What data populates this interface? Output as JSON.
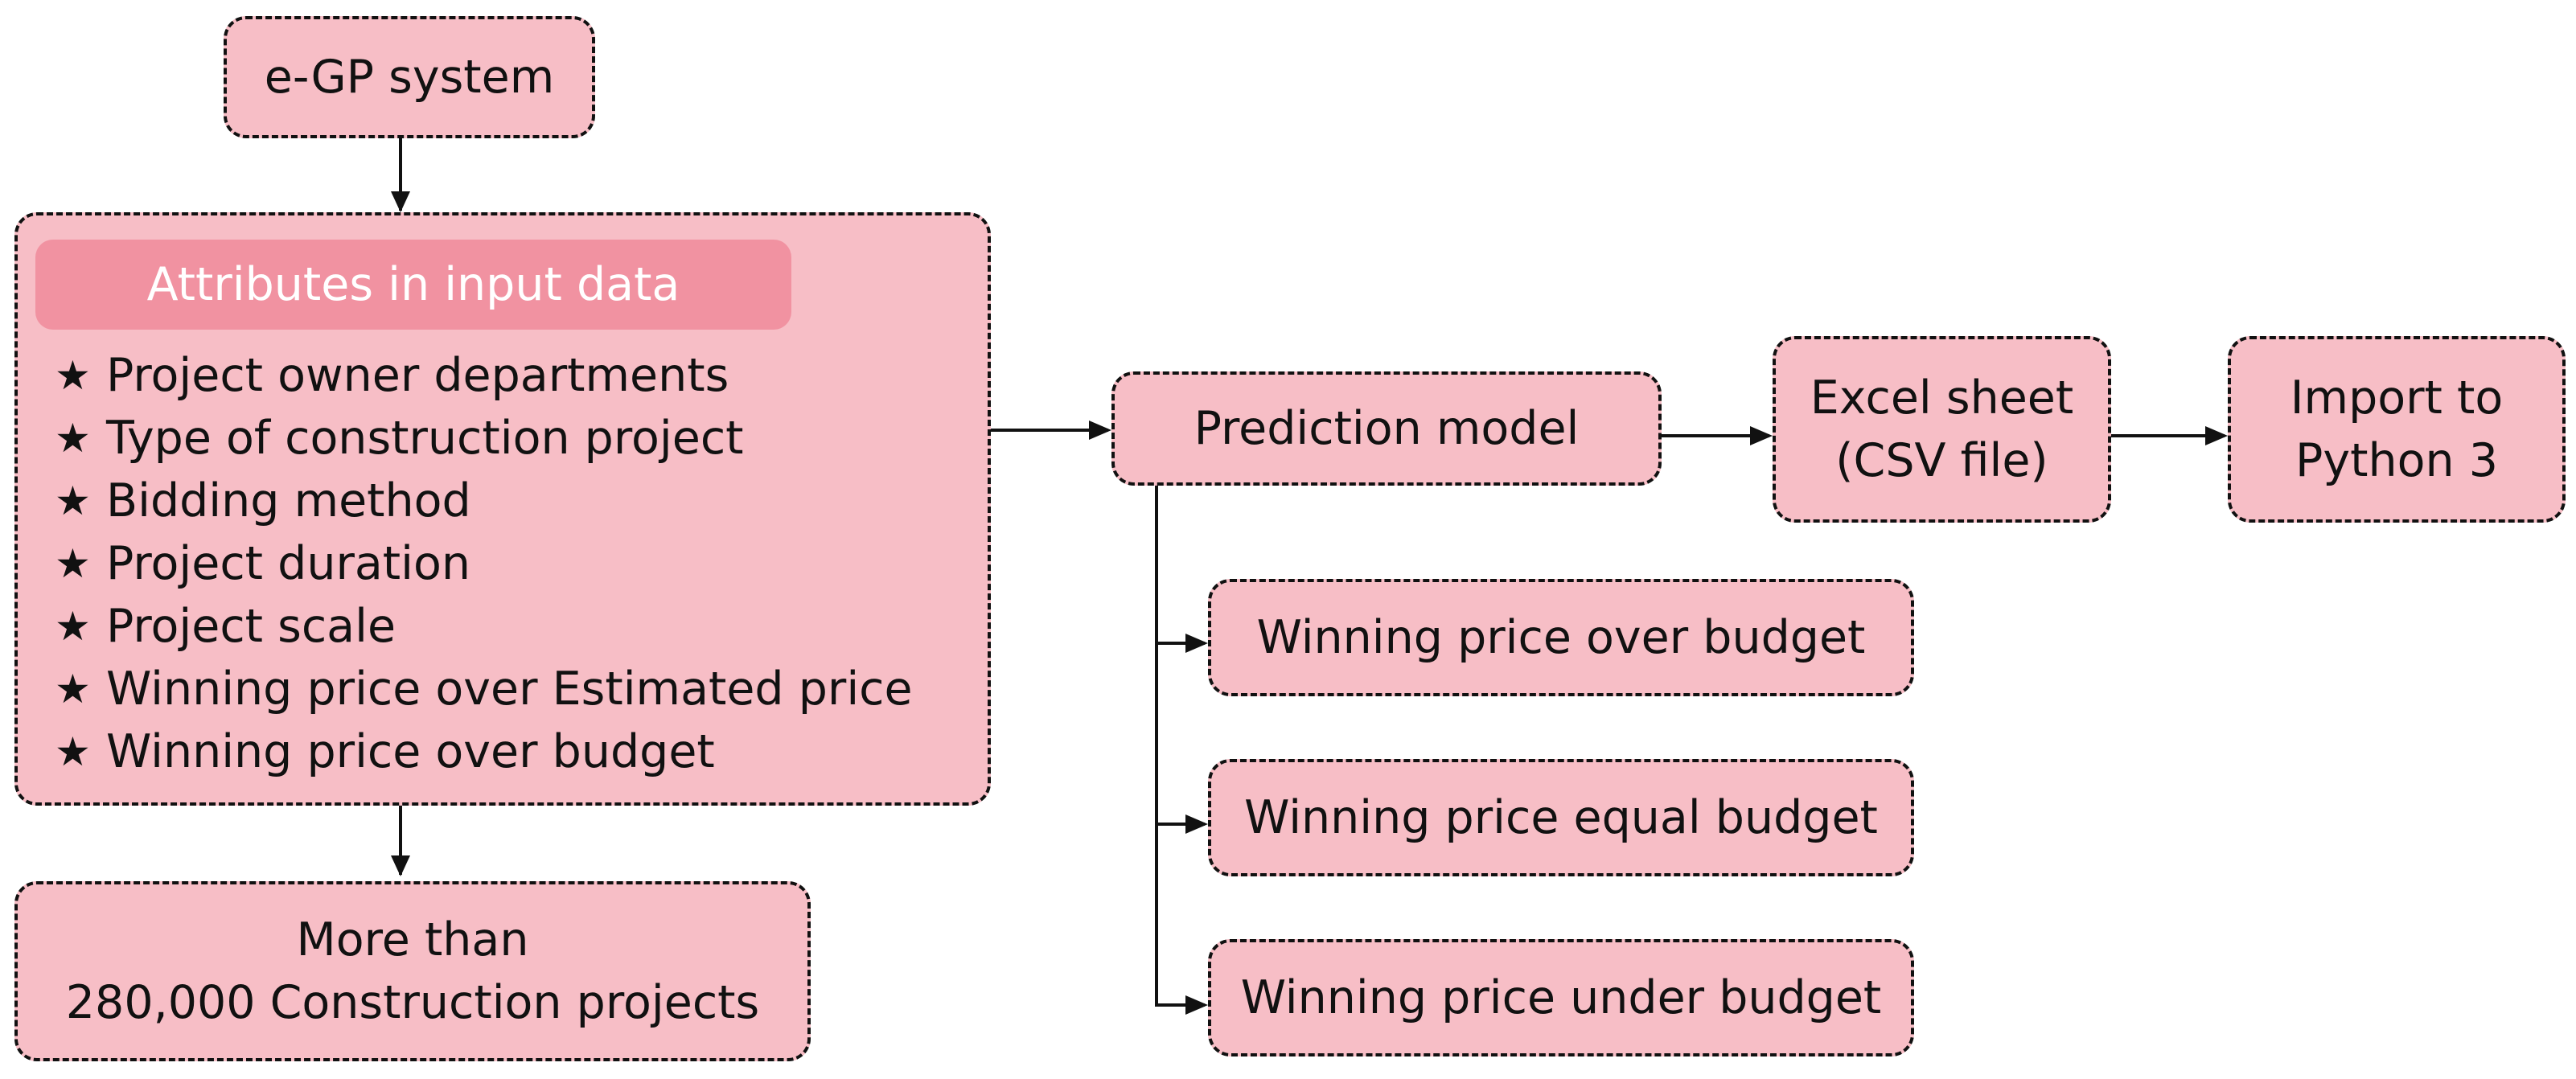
{
  "nodes": {
    "egp": {
      "label": "e-GP system"
    },
    "attributes": {
      "header": "Attributes in input data",
      "bullet": "★",
      "items": [
        "Project owner departments",
        "Type of construction project",
        "Bidding method",
        "Project duration",
        "Project scale",
        "Winning price over Estimated price",
        "Winning price over budget"
      ]
    },
    "projects": {
      "line1": "More than",
      "line2": "280,000 Construction projects"
    },
    "prediction": {
      "label": "Prediction model"
    },
    "excel": {
      "line1": "Excel sheet",
      "line2": "(CSV file)"
    },
    "python": {
      "line1": "Import to",
      "line2": "Python 3"
    },
    "outcomes": [
      "Winning price over budget",
      "Winning price equal budget",
      "Winning price under budget"
    ]
  },
  "colors": {
    "box_fill": "#f7bec6",
    "header_fill": "#f192a1",
    "header_text": "#ffffff",
    "border": "#111111"
  }
}
